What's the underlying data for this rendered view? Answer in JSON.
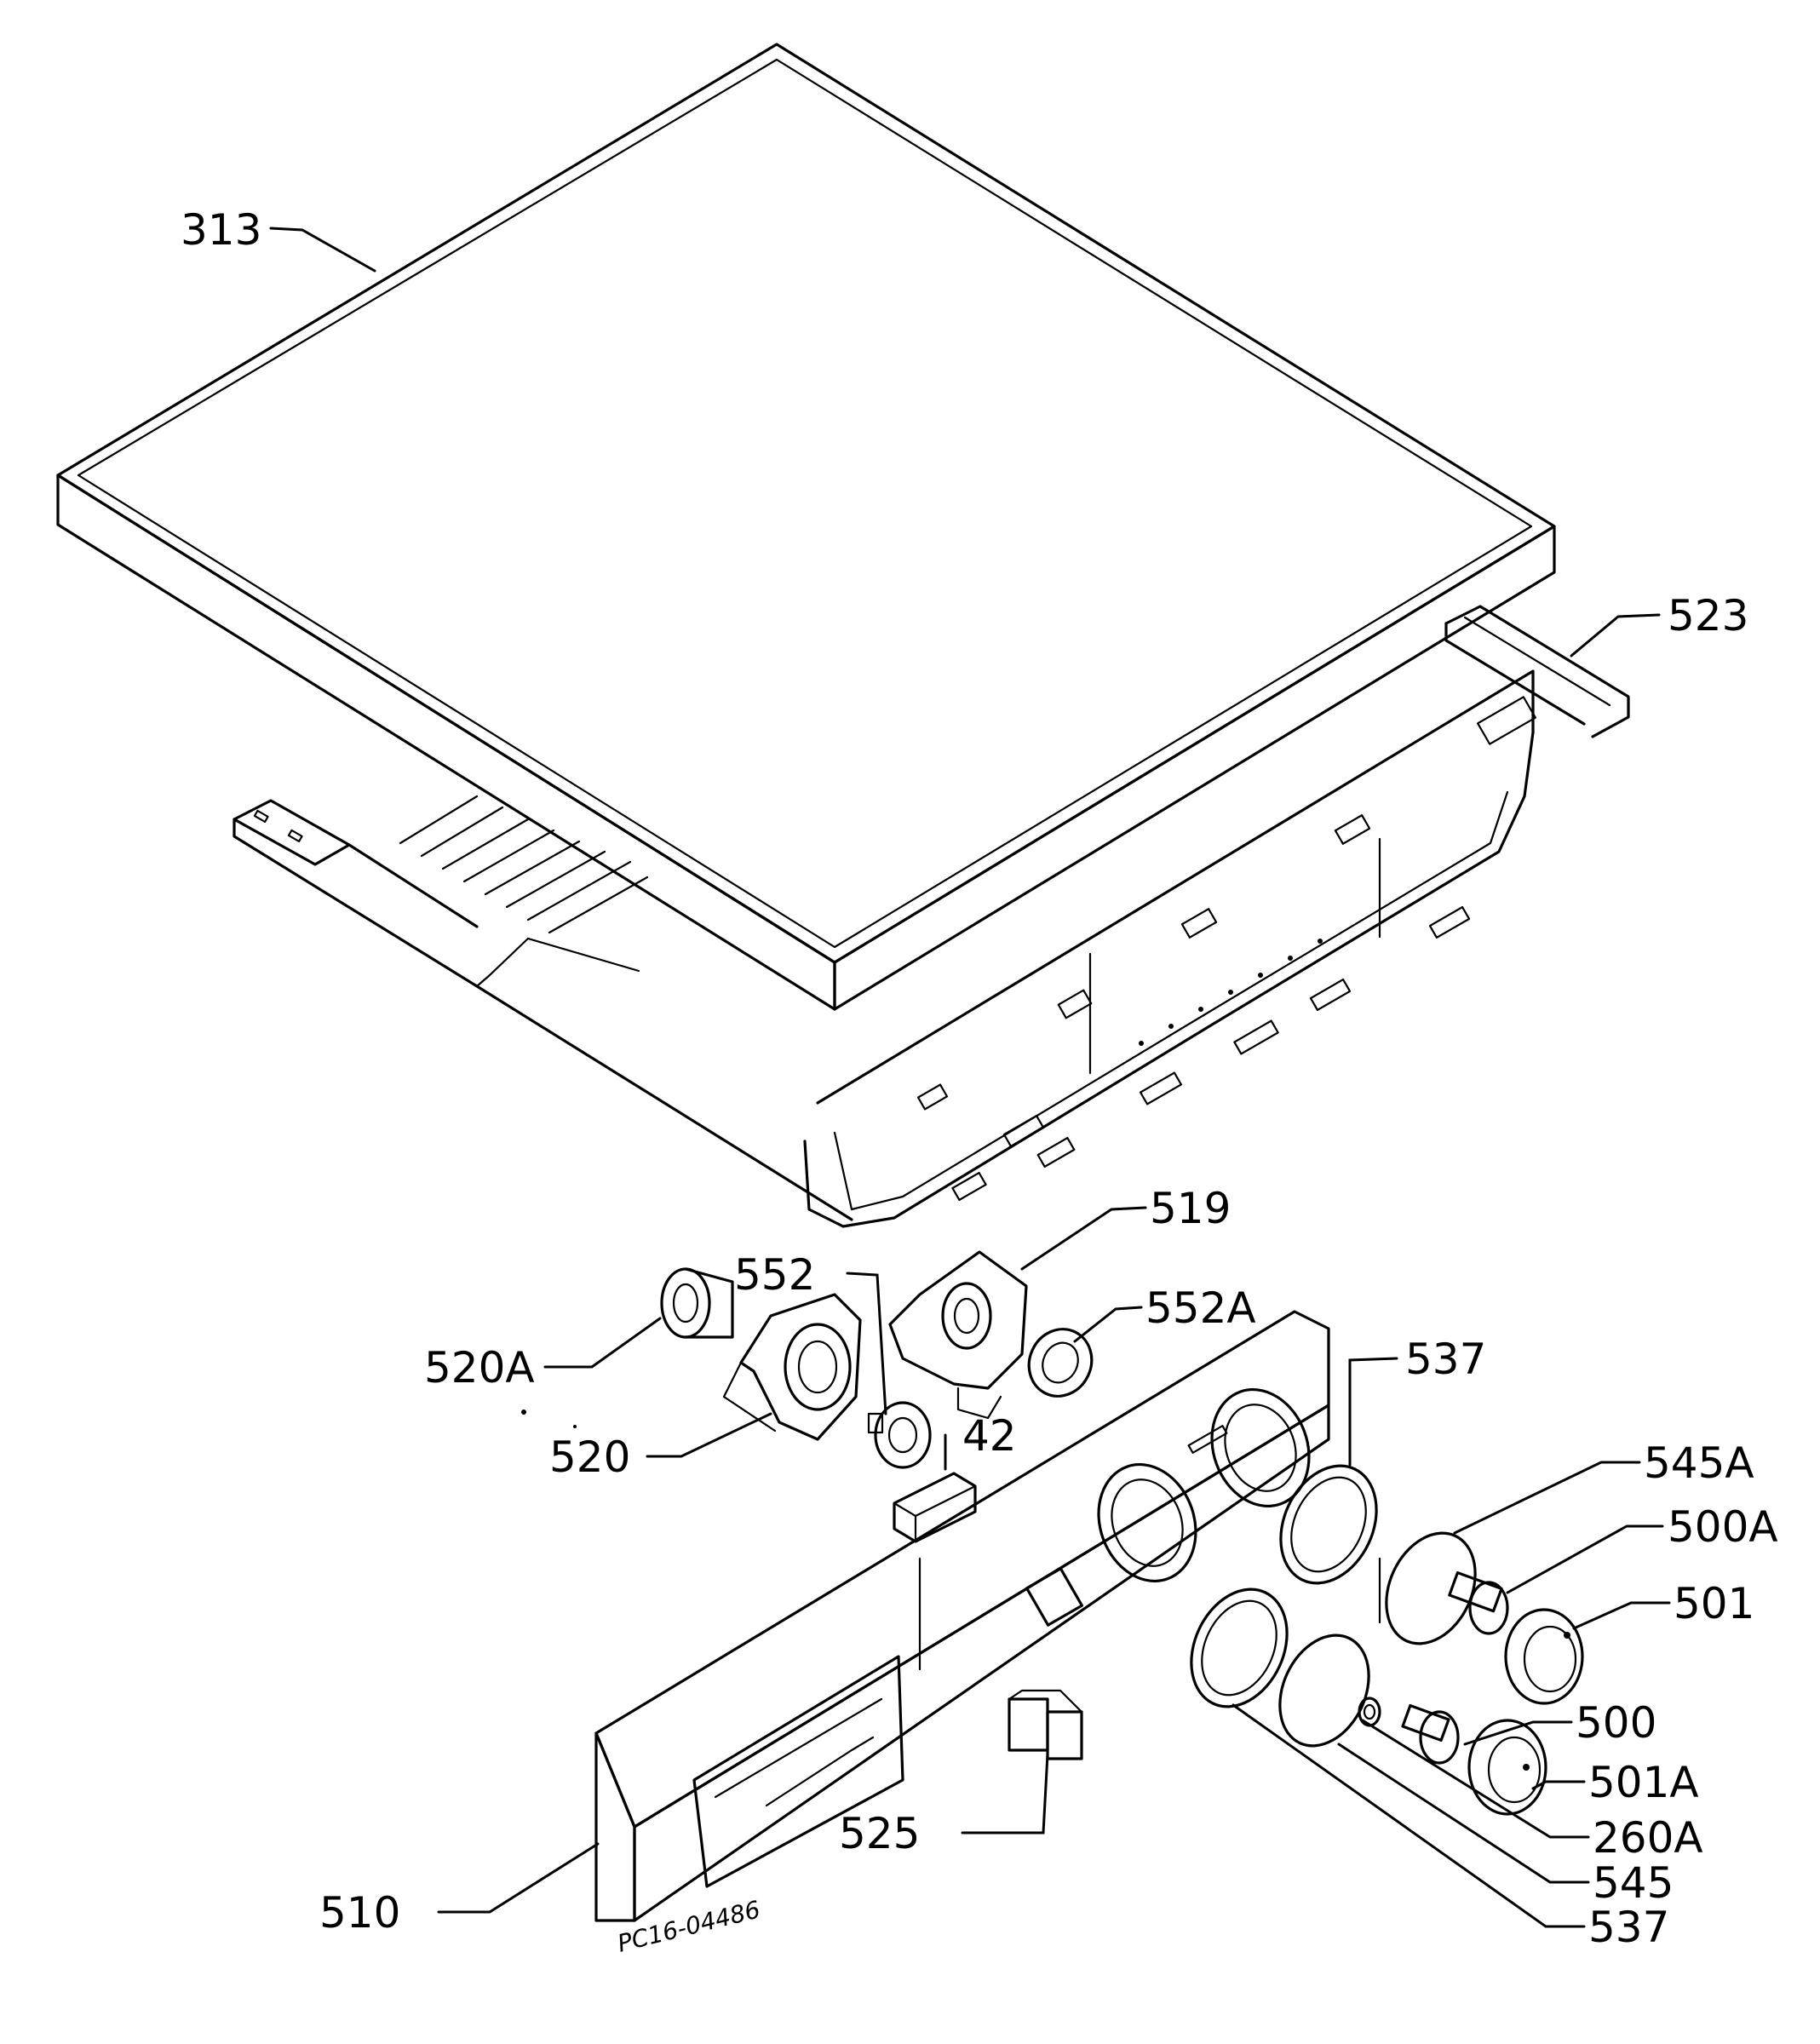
{
  "drawing_code": "PC16-04486",
  "parts": [
    {
      "id": "p313",
      "label": "313"
    },
    {
      "id": "p523",
      "label": "523"
    },
    {
      "id": "p519",
      "label": "519"
    },
    {
      "id": "p552",
      "label": "552"
    },
    {
      "id": "p552A",
      "label": "552A"
    },
    {
      "id": "p520A",
      "label": "520A"
    },
    {
      "id": "p537a",
      "label": "537"
    },
    {
      "id": "p520",
      "label": "520"
    },
    {
      "id": "p42",
      "label": "42"
    },
    {
      "id": "p545A",
      "label": "545A"
    },
    {
      "id": "p500A",
      "label": "500A"
    },
    {
      "id": "p501",
      "label": "501"
    },
    {
      "id": "p500",
      "label": "500"
    },
    {
      "id": "p501A",
      "label": "501A"
    },
    {
      "id": "p260A",
      "label": "260A"
    },
    {
      "id": "p525",
      "label": "525"
    },
    {
      "id": "p545",
      "label": "545"
    },
    {
      "id": "p510",
      "label": "510"
    },
    {
      "id": "p537b",
      "label": "537"
    }
  ]
}
